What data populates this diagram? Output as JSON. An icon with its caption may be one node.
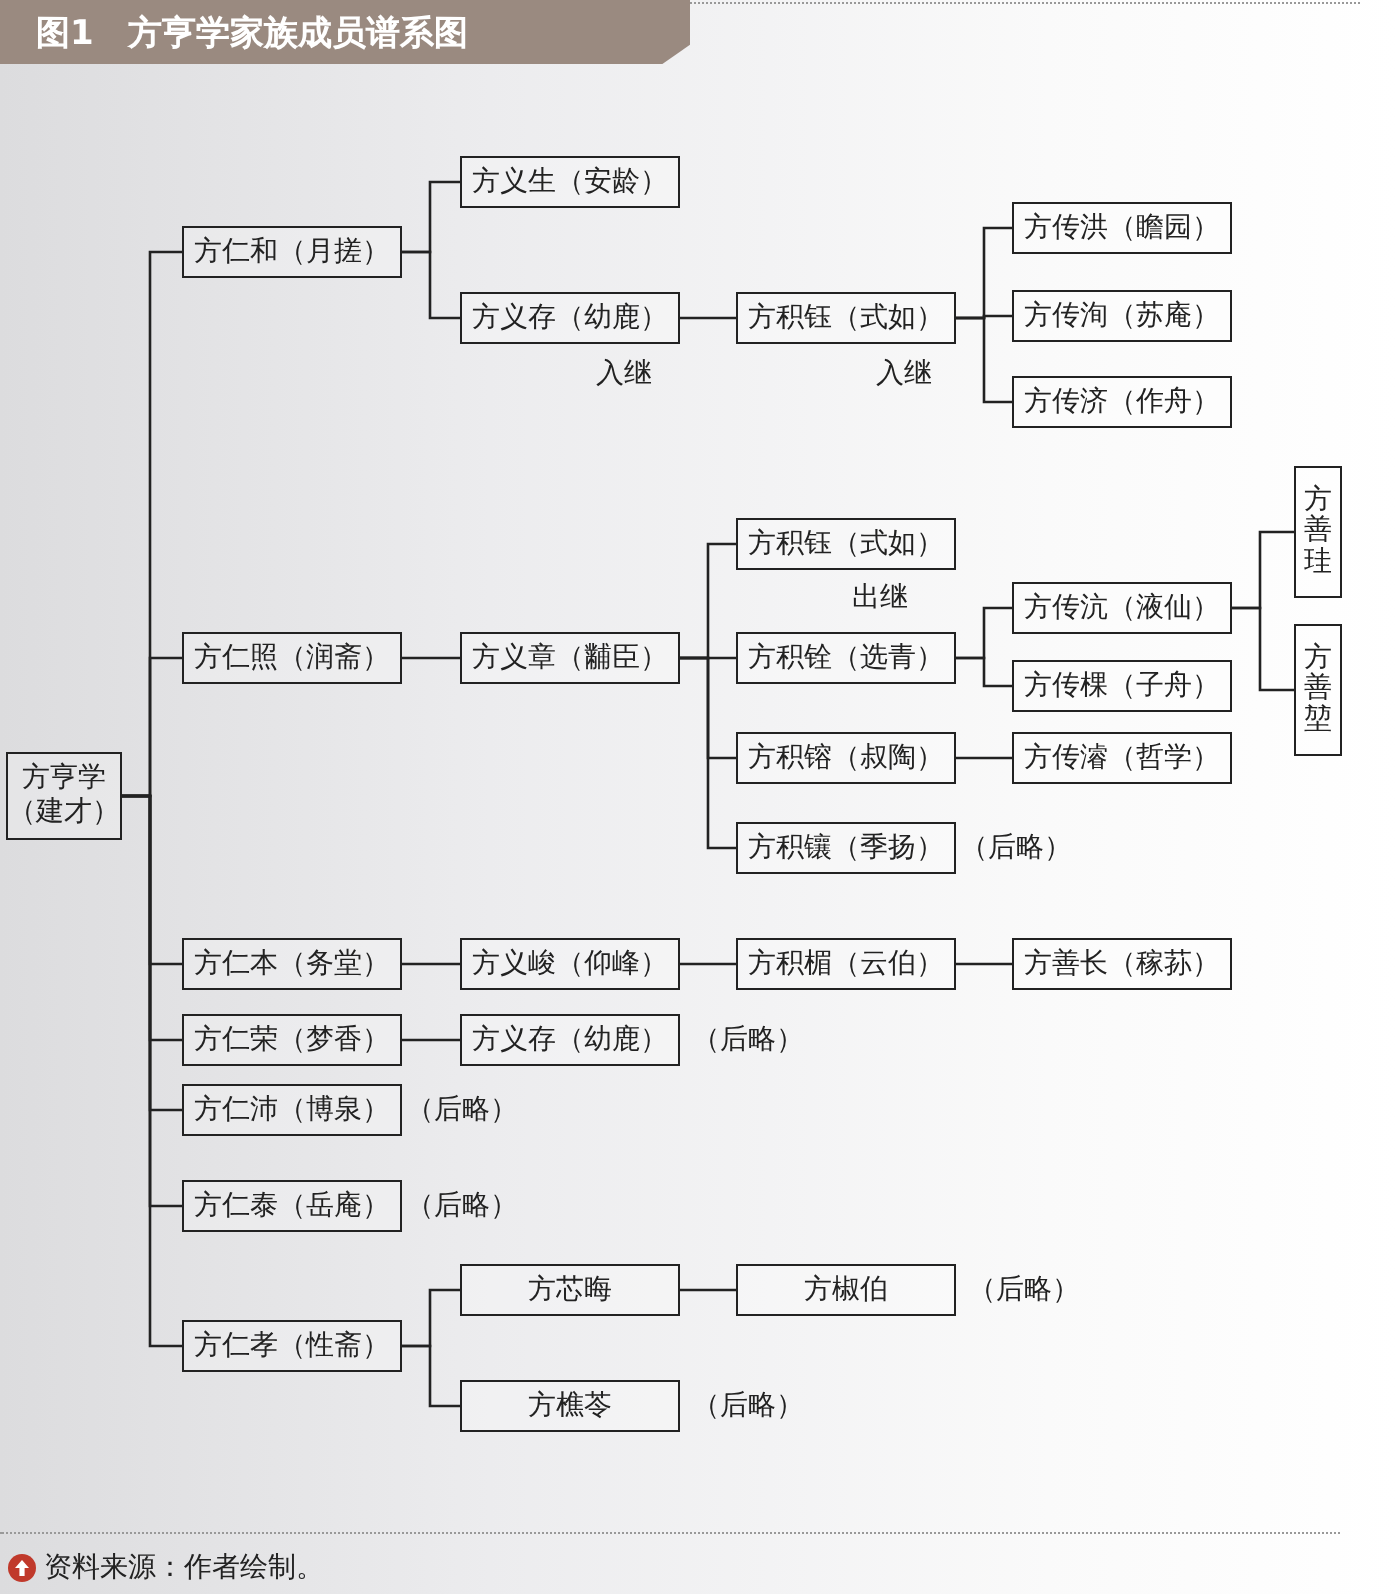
{
  "diagram": {
    "title": "图1　方亨学家族成员谱系图",
    "caption": "资料来源：作者绘制。",
    "nodes": [
      {
        "text": [
          "方亨学（建才）"
        ]
      },
      {
        "text": [
          "方仁和（月搓）"
        ]
      },
      {
        "text": [
          "方义生（安龄）"
        ]
      },
      {
        "text": [
          "方义存（幼鹿）"
        ],
        "beside": [
          "入继"
        ]
      },
      {
        "text": [
          "方积钰（式如）"
        ],
        "beside": [
          "入继"
        ]
      },
      {
        "text": [
          "方传洪（瞻园）"
        ]
      },
      {
        "text": [
          "方传洵（苏庵）"
        ]
      },
      {
        "text": [
          "方传济（作舟）"
        ]
      },
      {
        "text": [
          "方仁照（润斋）"
        ]
      },
      {
        "text": [
          "方义章（黼臣）"
        ]
      },
      {
        "text": [
          "方积钰（式如）"
        ]
      },
      {
        "text": [
          "方积铨（选青）"
        ],
        "beside": [
          "出继"
        ]
      },
      {
        "text": [
          "方传沆（液仙）"
        ]
      },
      {
        "text": [
          "方传棵（子舟）"
        ]
      },
      {
        "text": [
          "方善珪"
        ]
      },
      {
        "text": [
          "方善堃"
        ]
      },
      {
        "text": [
          "方积镕（叔陶）"
        ]
      },
      {
        "text": [
          "方传濬（哲学）"
        ]
      },
      {
        "text": [
          "方积镶（季扬）"
        ],
        "beside": [
          "（后略）"
        ]
      },
      {
        "text": [
          "方仁本（务堂）"
        ]
      },
      {
        "text": [
          "方义峻（仰峰）"
        ]
      },
      {
        "text": [
          "方积楣（云伯）"
        ]
      },
      {
        "text": [
          "方善长（稼荪）"
        ]
      },
      {
        "text": [
          "方仁荣（梦香）"
        ]
      },
      {
        "text": [
          "方义存（幼鹿）"
        ],
        "beside": [
          "（后略）"
        ]
      },
      {
        "text": [
          "方仁沛（博泉）"
        ],
        "beside": [
          "（后略）"
        ]
      },
      {
        "text": [
          "方仁泰（岳庵）"
        ],
        "beside": [
          "（后略）"
        ]
      },
      {
        "text": [
          "方仁孝（性斋）"
        ]
      },
      {
        "text": [
          "方芯晦"
        ]
      },
      {
        "text": [
          "方椒伯"
        ],
        "beside": [
          "（后略）"
        ]
      },
      {
        "text": [
          "方樵苓"
        ],
        "beside": [
          "（后略）"
        ]
      }
    ],
    "edges": [
      {
        "from": 0,
        "to": 1,
        "arrow": "none"
      },
      {
        "from": 1,
        "to": 2,
        "arrow": "none"
      },
      {
        "from": 1,
        "to": 3,
        "arrow": "none"
      },
      {
        "from": 3,
        "to": 4,
        "arrow": "none"
      },
      {
        "from": 4,
        "to": 5,
        "arrow": "none"
      },
      {
        "from": 4,
        "to": 6,
        "arrow": "none"
      },
      {
        "from": 4,
        "to": 7,
        "arrow": "none"
      },
      {
        "from": 0,
        "to": 8,
        "arrow": "none"
      },
      {
        "from": 8,
        "to": 9,
        "arrow": "none"
      },
      {
        "from": 9,
        "to": 10,
        "arrow": "none"
      },
      {
        "from": 9,
        "to": 11,
        "arrow": "none"
      },
      {
        "from": 9,
        "to": 16,
        "arrow": "none"
      },
      {
        "from": 9,
        "to": 18,
        "arrow": "none"
      },
      {
        "from": 11,
        "to": 12,
        "arrow": "none"
      },
      {
        "from": 11,
        "to": 13,
        "arrow": "none"
      },
      {
        "from": 12,
        "to": 14,
        "arrow": "none"
      },
      {
        "from": 12,
        "to": 15,
        "arrow": "none"
      },
      {
        "from": 16,
        "to": 17,
        "arrow": "none"
      },
      {
        "from": 0,
        "to": 19,
        "arrow": "none"
      },
      {
        "from": 19,
        "to": 20,
        "arrow": "none"
      },
      {
        "from": 20,
        "to": 21,
        "arrow": "none"
      },
      {
        "from": 21,
        "to": 22,
        "arrow": "none"
      },
      {
        "from": 0,
        "to": 23,
        "arrow": "none"
      },
      {
        "from": 23,
        "to": 24,
        "arrow": "none"
      },
      {
        "from": 0,
        "to": 25,
        "arrow": "none"
      },
      {
        "from": 0,
        "to": 26,
        "arrow": "none"
      },
      {
        "from": 0,
        "to": 27,
        "arrow": "none"
      },
      {
        "from": 27,
        "to": 28,
        "arrow": "none"
      },
      {
        "from": 28,
        "to": 29,
        "arrow": "none"
      },
      {
        "from": 27,
        "to": 30,
        "arrow": "none"
      }
    ]
  }
}
